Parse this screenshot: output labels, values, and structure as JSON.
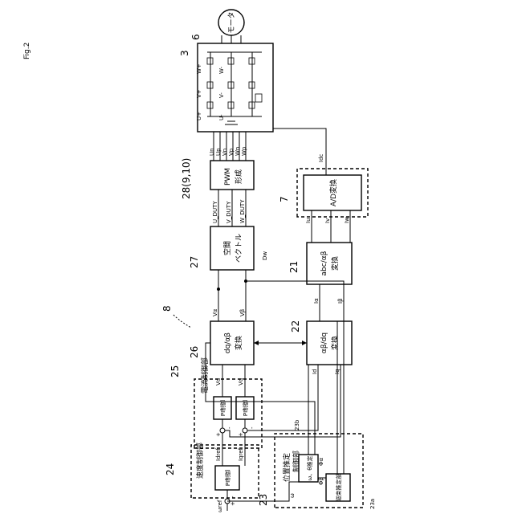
{
  "figure_label": "Fig.2",
  "motor": {
    "ref": "6",
    "label": "モータ"
  },
  "inverter": {
    "ref": "3",
    "switch_labels": [
      "U+",
      "V+",
      "W+",
      "U-",
      "V-",
      "W-"
    ],
    "current_label": "Idc"
  },
  "pwm": {
    "ref": "28(9,10)",
    "line1": "PWM",
    "line2": "形成",
    "outputs": [
      "Un",
      "Up",
      "Vn",
      "Vp",
      "Wn",
      "Wp"
    ]
  },
  "svm": {
    "ref": "27",
    "line1": "空間",
    "line2": "ベクトル",
    "outputs": [
      "U_DUTY",
      "V_DUTY",
      "W_DUTY"
    ],
    "dw_label": "Dw"
  },
  "ad": {
    "ref": "7",
    "label": "A/D変換",
    "outputs": [
      "Iu",
      "Iv",
      "Iw"
    ]
  },
  "abc": {
    "ref": "21",
    "line1": "abc/αβ",
    "line2": "変換",
    "outputs": [
      "Iα",
      "Iβ"
    ]
  },
  "inv_dq": {
    "ref": "26",
    "line1": "dq/αβ",
    "line2": "変換",
    "outputs": [
      "Vα",
      "Vβ"
    ],
    "inputs": [
      "Vd",
      "Vq"
    ]
  },
  "dq": {
    "ref": "22",
    "line1": "αβ/dq",
    "line2": "変換",
    "outputs": [
      "Id",
      "Iq"
    ]
  },
  "current_ctrl": {
    "ref": "25",
    "label": "電流制御部",
    "pi": [
      "PI制御",
      "PI制御"
    ],
    "inputs": [
      "Vd",
      "Vq"
    ]
  },
  "speed_ctrl": {
    "ref": "24",
    "label": "速度制御部",
    "pi": "PI制御",
    "outputs": [
      "Idref",
      "Iqref"
    ]
  },
  "estimator": {
    "ref": "23",
    "sub_b": "23b",
    "sub_a": "23a",
    "title1": "位置推定",
    "title2": "制御部",
    "theta": "θ",
    "omega_label": "ω",
    "est_label": "ω、θ推定",
    "flux_label": "磁束推定部",
    "phi_a": "Φα",
    "phi_b": "Φβ"
  },
  "system_ref": "8",
  "omega_ref": "ωref",
  "signs": [
    "+",
    "-",
    "+",
    "-",
    "+",
    "-"
  ]
}
